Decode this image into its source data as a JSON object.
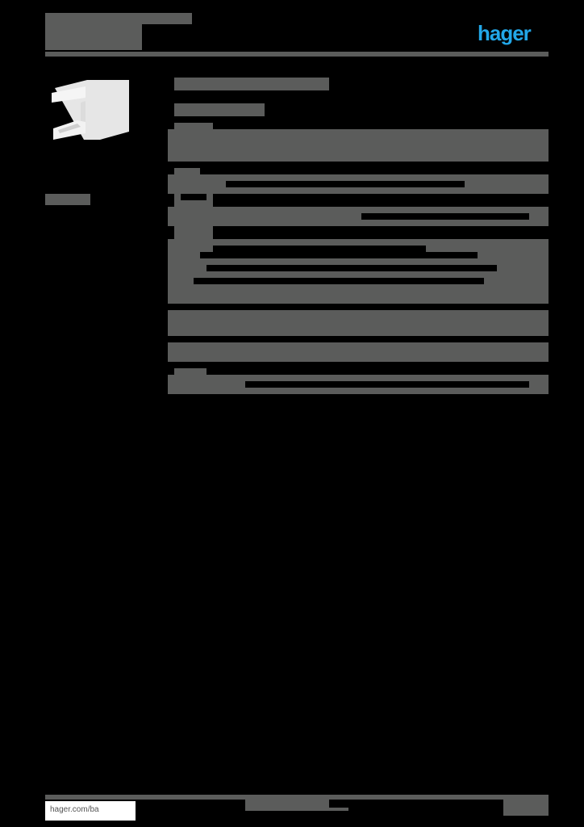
{
  "header": {
    "brand_logo": "hager",
    "brand_color": "#22a7e8",
    "title_redacted": true
  },
  "product_image": {
    "description": "white cable trunking profile"
  },
  "body": {
    "content_redacted": true,
    "redaction_color": "#5b5c5b"
  },
  "footer": {
    "url": "hager.com/ba"
  }
}
